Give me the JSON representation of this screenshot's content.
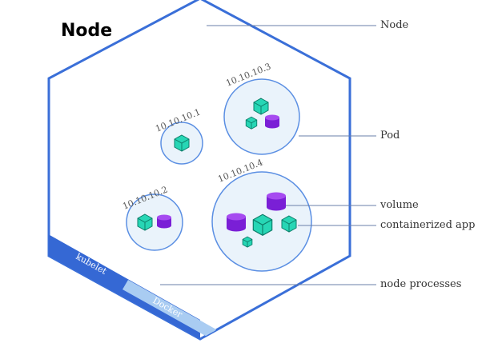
{
  "title": "Node",
  "callouts": {
    "node": "Node",
    "pod": "Pod",
    "volume": "volume",
    "containerized_app": "containerized app",
    "node_processes": "node processes"
  },
  "pods": [
    {
      "ip": "10.10.10.1",
      "containers": 1,
      "volumes": 0
    },
    {
      "ip": "10.10.10.2",
      "containers": 1,
      "volumes": 1
    },
    {
      "ip": "10.10.10.3",
      "containers": 2,
      "volumes": 1
    },
    {
      "ip": "10.10.10.4",
      "containers": 3,
      "volumes": 2
    }
  ],
  "processes": {
    "kubelet": "kubelet",
    "docker": "Docker"
  },
  "colors": {
    "node_outline": "#3a6fd8",
    "pod_fill": "#eaf3fb",
    "pod_stroke": "#5b8fe3",
    "container": "#27d6b5",
    "container_dark": "#10a58a",
    "volume": "#7a1fd6",
    "volume_top": "#a64bf0",
    "kubelet_strip": "#3568d4",
    "docker_strip": "#a9ccf2",
    "callout_line": "#6a7fa8"
  }
}
